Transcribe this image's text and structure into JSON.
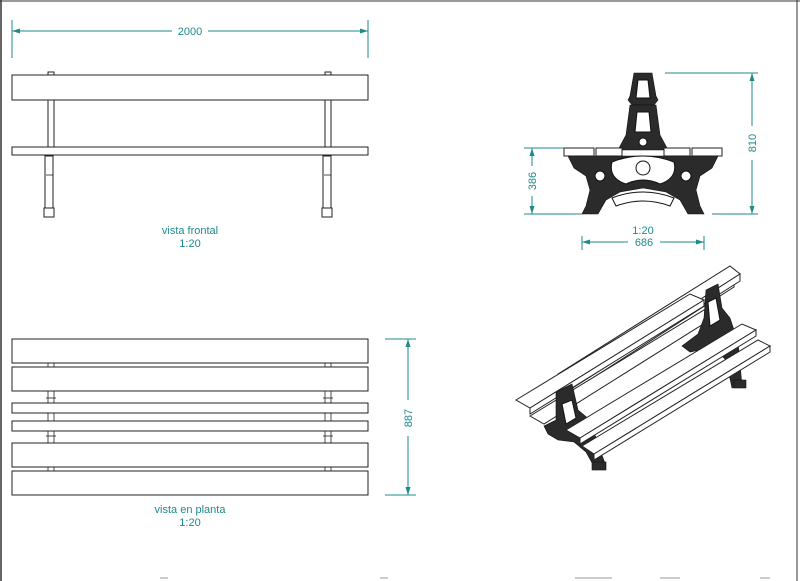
{
  "dimensions": {
    "overall_length": "2000",
    "side_height": "810",
    "seat_height": "386",
    "side_width": "686",
    "plan_depth": "887"
  },
  "views": {
    "front_title": "vista frontal",
    "front_scale": "1:20",
    "side_scale": "1:20",
    "plan_title": "vista en planta",
    "plan_scale": "1:20"
  },
  "colors": {
    "dimension": "#1f8a8a",
    "outline": "#222222",
    "frame": "#333333"
  }
}
